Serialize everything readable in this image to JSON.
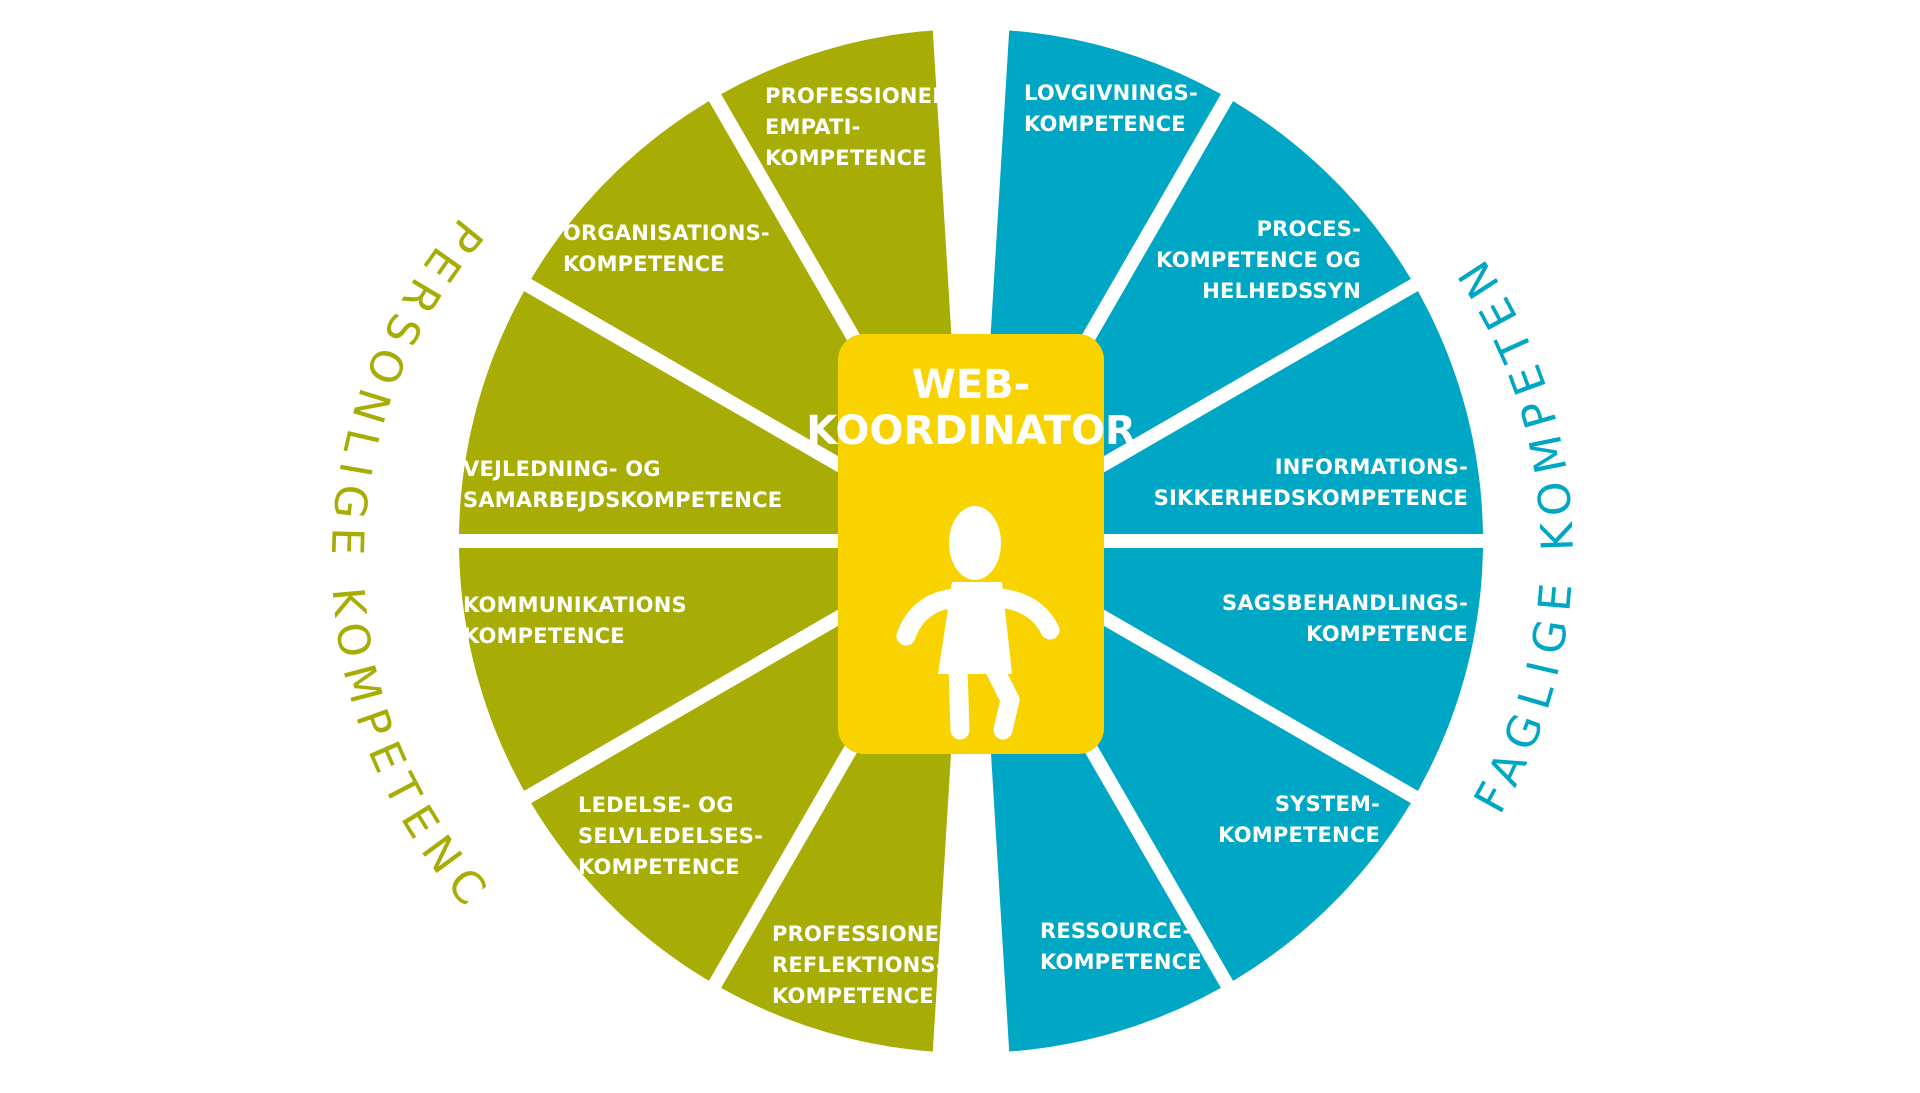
{
  "center": {
    "title_lines": [
      "WEB-",
      "KOORDINATOR"
    ],
    "icon": "child-figure-icon"
  },
  "left_group": {
    "title": "PERSONLIGE KOMPETENCER",
    "color": "#a7ad05",
    "segments": [
      {
        "lines": [
          "PROFESSIONEL",
          "EMPATI-",
          "KOMPETENCE"
        ]
      },
      {
        "lines": [
          "ORGANISATIONS-",
          "KOMPETENCE"
        ]
      },
      {
        "lines": [
          "VEJLEDNING- OG",
          "SAMARBEJDSKOMPETENCE"
        ]
      },
      {
        "lines": [
          "KOMMUNIKATIONS",
          "KOMPETENCE"
        ]
      },
      {
        "lines": [
          "LEDELSE- OG",
          "SELVLEDELSES-",
          "KOMPETENCE"
        ]
      },
      {
        "lines": [
          "PROFESSIONEL",
          "REFLEKTIONS-",
          "KOMPETENCE"
        ]
      }
    ]
  },
  "right_group": {
    "title": "FAGLIGE KOMPETENCER",
    "color": "#00a7c4",
    "segments": [
      {
        "lines": [
          "LOVGIVNINGS-",
          "KOMPETENCE"
        ]
      },
      {
        "lines": [
          "PROCES-",
          "KOMPETENCE OG",
          "HELHEDSSYN"
        ]
      },
      {
        "lines": [
          "INFORMATIONS-",
          "SIKKERHEDSKOMPETENCE"
        ]
      },
      {
        "lines": [
          "SAGSBEHANDLINGS-",
          "KOMPETENCE"
        ]
      },
      {
        "lines": [
          "SYSTEM-",
          "KOMPETENCE"
        ]
      },
      {
        "lines": [
          "RESSOURCE-",
          "KOMPETENCE"
        ]
      }
    ]
  },
  "center_color": "#f9d300"
}
